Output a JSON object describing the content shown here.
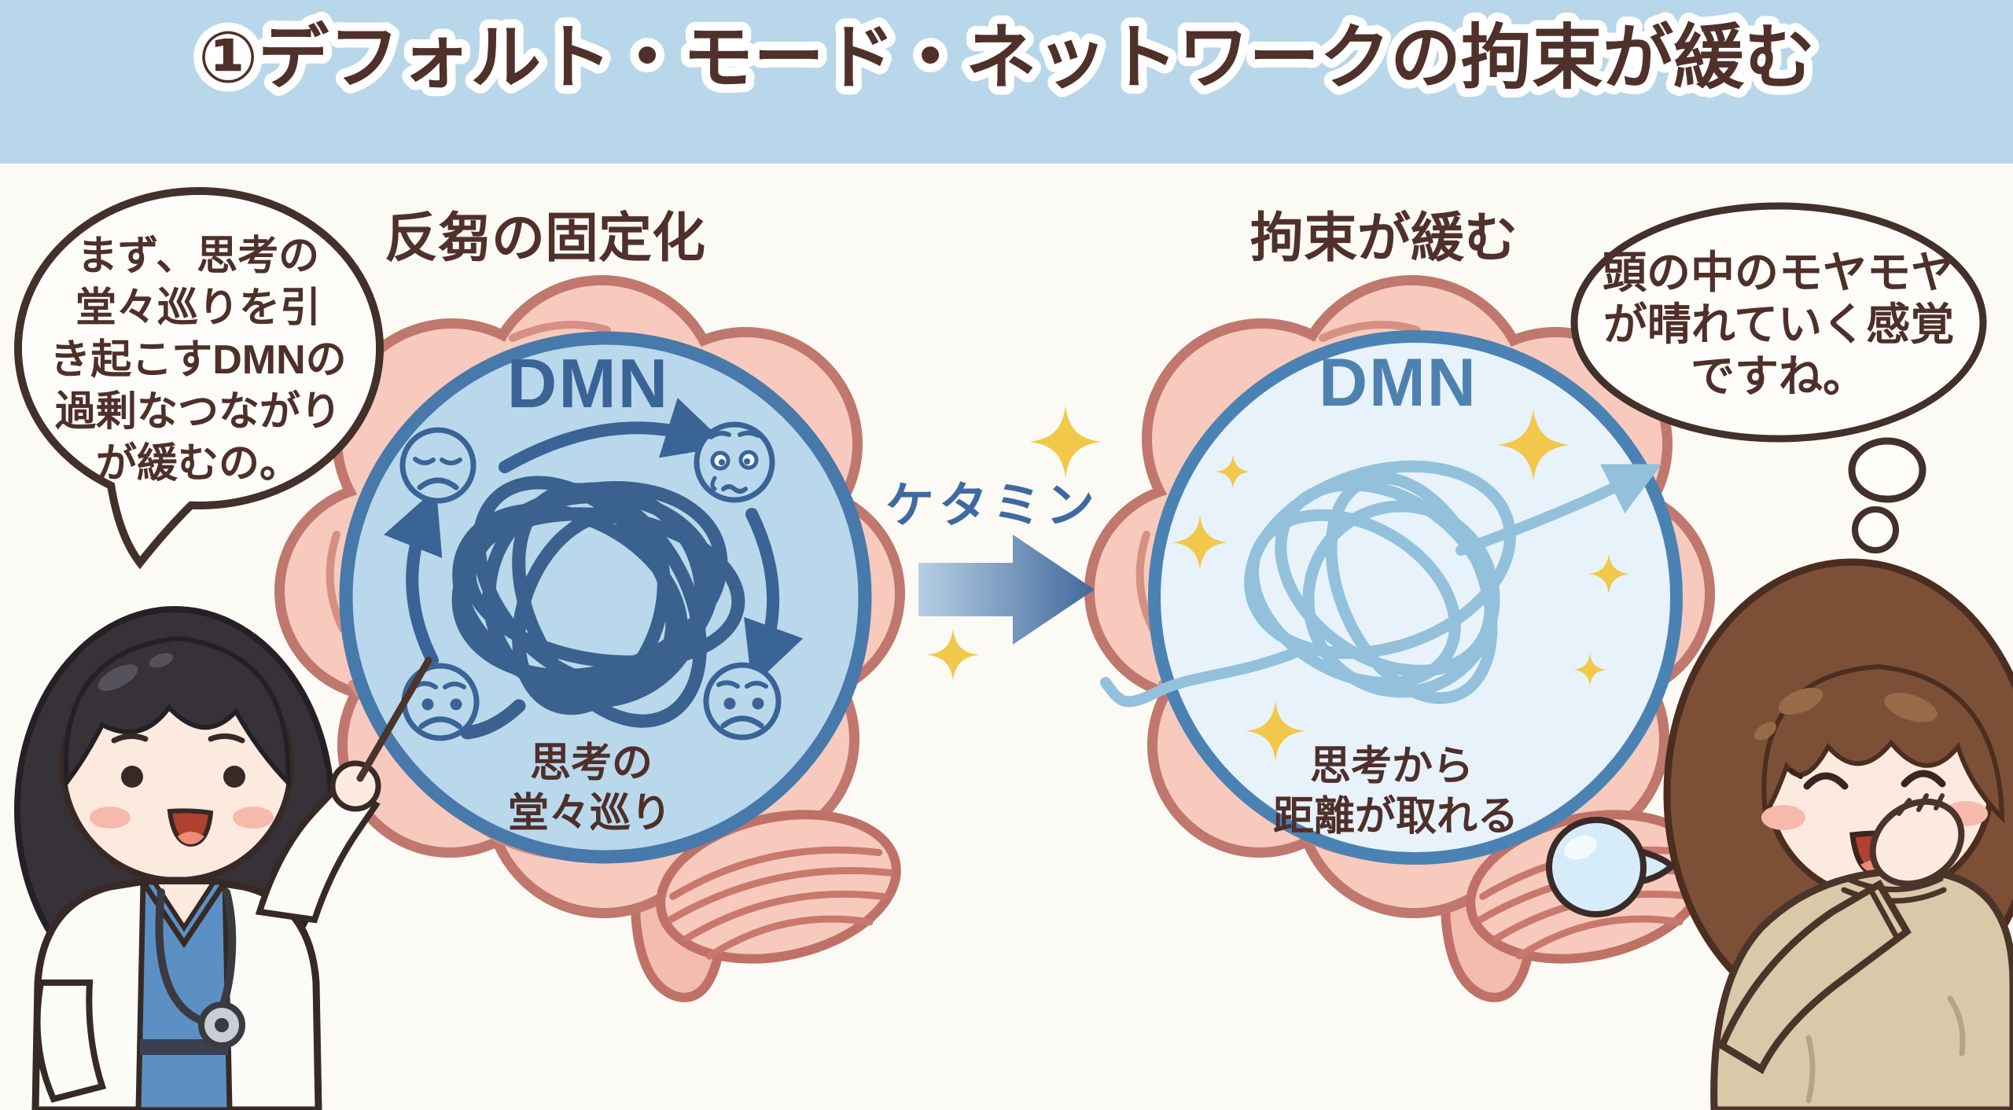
{
  "title": "①デフォルト・モード・ネットワークの拘束が緩む",
  "colors": {
    "header_bg": "#b9d7ea",
    "page_bg": "#fcfaf4",
    "title_text": "#50302a",
    "dark_text": "#4e2f2a",
    "brain_fill": "#f7cabd",
    "brain_outline": "#c0776d",
    "brain_fold": "#d68f83",
    "dmn_left_fill": "#b9d8ec",
    "dmn_left_border": "#4879ab",
    "dmn_left_ink": "#3a6496",
    "dmn_right_fill": "#e7f2fa",
    "dmn_right_border": "#4b82b4",
    "dmn_right_ink": "#4e81b0",
    "loose_thread_blue": "#93c1dc",
    "ketamine_blue": "#3d6ba1",
    "sparkle_yellow": "#f2c84b",
    "bubble_outline": "#42302a",
    "doctor_scrub_blue": "#5c90c5",
    "patient_sweater": "#d9c9a9"
  },
  "left_panel": {
    "label": "反芻の固定化",
    "dmn": "DMN",
    "caption_line1": "思考の",
    "caption_line2": "堂々巡り"
  },
  "right_panel": {
    "label": "拘束が緩む",
    "dmn": "DMN",
    "caption_line1": "思考から",
    "caption_line2": "距離が取れる"
  },
  "middle": {
    "drug": "ケタミン"
  },
  "doctor_bubble": {
    "lines": [
      "まず、思考の",
      "堂々巡りを引",
      "き起こすDMNの",
      "過剰なつながり",
      "が緩むの。"
    ]
  },
  "patient_bubble": {
    "lines": [
      "頭の中のモヤモヤ",
      "が晴れていく感覚",
      "ですね。"
    ]
  },
  "icons": {
    "sad_face": "sad-face-icon",
    "sparkle": "sparkle-icon",
    "cycle_arrow": "cycle-arrow-icon",
    "transition_arrow": "transition-arrow-icon",
    "stethoscope": "stethoscope-icon",
    "pointer": "pointer-stick",
    "thought_dots": "thought-dots-icon",
    "relief_bubble": "relief-bubble-icon"
  }
}
